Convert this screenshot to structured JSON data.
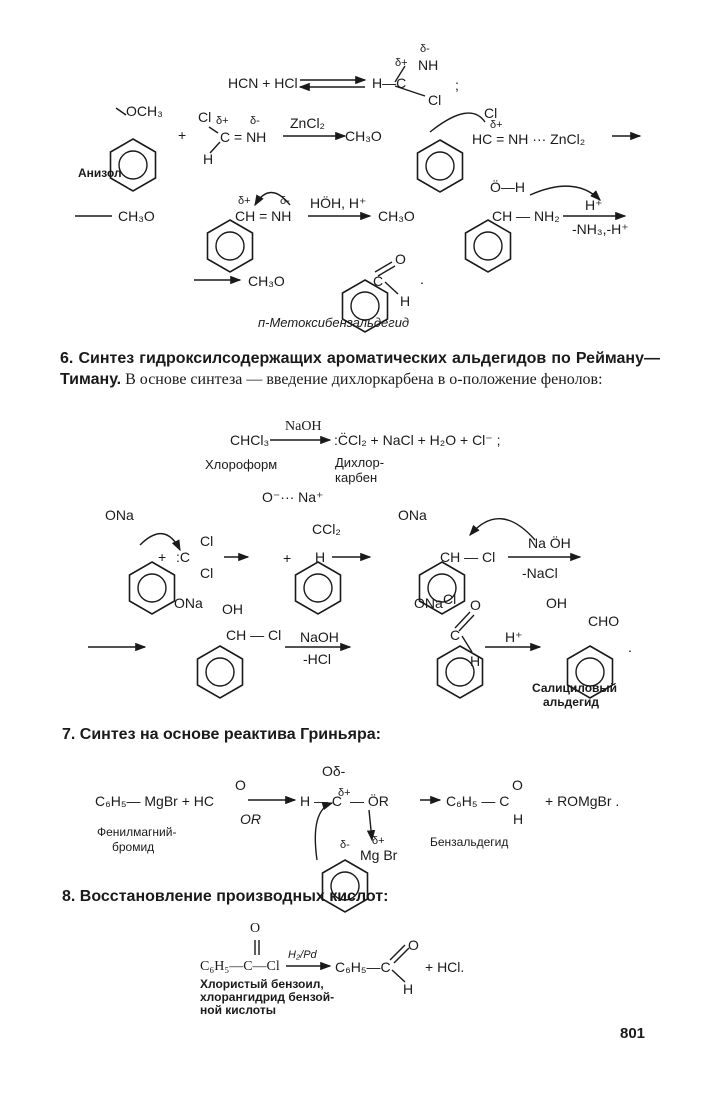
{
  "scheme1": {
    "hcn_hcl": "HCN + HCl",
    "h_c": "H—C",
    "delta_plus": "δ+",
    "delta_minus": "δ-",
    "nh": "NH",
    "cl": "Cl",
    "semicolon": ";",
    "och3": "OCH₃",
    "anisole": "Анизол",
    "plus": "+",
    "c_eq_nh": "C = NH",
    "h": "H",
    "zncl2": "ZnCl₂",
    "ch3o": "CH₃O",
    "hc_complex": "HC = NH ··· ZnCl₂",
    "ch_eq_nh": "CH = NH",
    "hoh_h": "HÖH, H⁺",
    "ch_nh2": "CH — NH₂",
    "o_h": "Ö—H",
    "h_plus": "H⁺",
    "minus_nh3": "-NH₃,-H⁺",
    "c": "C",
    "o": "O",
    "dot": ".",
    "product_name": "п-Метоксибензальдегид"
  },
  "section6": {
    "heading": "6. Синтез гидроксилсодержащих ароматических альдегидов по Рейману—Тиману.",
    "text": "В основе синтеза — введение дихлоркарбена в о-положение фенолов:",
    "chcl3": "CHCl₃",
    "naoh": "NaOH",
    "products": ":C̈Cl₂ + NaCl + H₂O + Cl⁻ ;",
    "chloroform": "Хлороформ",
    "dichlorocarbene_1": "Дихлор-",
    "dichlorocarbene_2": "карбен",
    "ona": "ONa",
    "o_minus_na": "O⁻··· Na⁺",
    "carbene": ":C",
    "ccl2": "CCl₂",
    "plus_in_ring": "+",
    "ch_cl": "CH — Cl",
    "na_oh": "Na ÖH",
    "minus_nacl": "-NaCl",
    "oh": "OH",
    "minus_hcl": "-HCl",
    "cho": "CHO",
    "salicyl_1": "Салициловый",
    "salicyl_2": "альдегид"
  },
  "section7": {
    "heading": "7. Синтез на основе реактива Гриньяра:",
    "c6h5mgbr": "C₆H₅— MgBr + HC",
    "or": "OR",
    "h_c": "H — C",
    "o_delta": "Oδ-",
    "dots_or": "— ÖR",
    "product": "C₆H₅ — C",
    "plus_romgbr": "+   ROMgBr .",
    "mgbr": "Mg Br",
    "phenylmagnesium_1": "Фенилмагний-",
    "phenylmagnesium_2": "бромид",
    "benzaldehyde": "Бензальдегид"
  },
  "section8": {
    "heading": "8. Восстановление производных кислот:",
    "reactant": "C₆H₅—C—Cl",
    "catalyst": "H₂/Pd",
    "product": "C₆H₅—C",
    "hcl": "+ HCl.",
    "caption_1": "Хлористый бензоил,",
    "caption_2": "хлорангидрид бензой-",
    "caption_3": "ной кислоты"
  },
  "page_number": "801"
}
